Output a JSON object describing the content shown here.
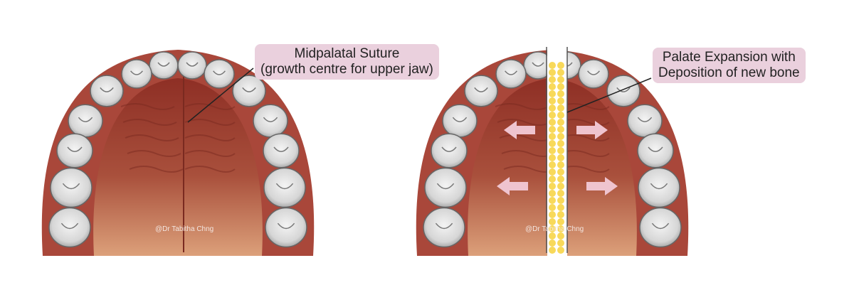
{
  "left_panel": {
    "label_line1": "Midpalatal Suture",
    "label_line2": "(growth centre for upper jaw)",
    "watermark": "@Dr Tabitha Chng"
  },
  "right_panel": {
    "label_line1": "Palate Expansion with",
    "label_line2": "Deposition of new bone",
    "watermark": "@Dr Tabitha Chng",
    "arrows": [
      "left",
      "right",
      "left",
      "right"
    ]
  },
  "colors": {
    "gum": "#a9473a",
    "palate_top": "#8e2f25",
    "palate_bottom": "#dca07a",
    "tooth": "#d4d4d4",
    "label_bg": "#ead0dd",
    "bone_dots": "#f8d95a",
    "arrow": "#efc4cf"
  }
}
